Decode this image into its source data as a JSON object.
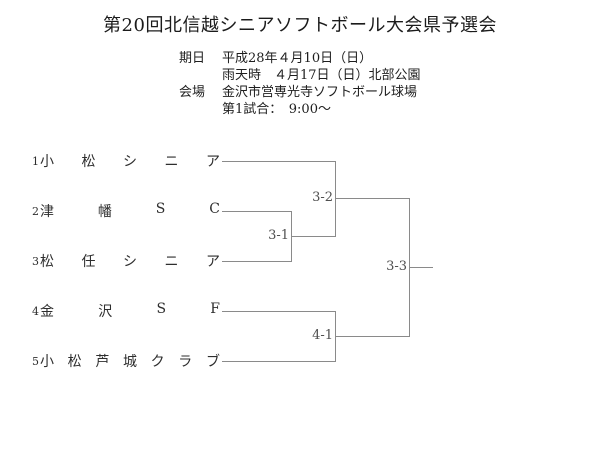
{
  "page": {
    "title": "第20回北信越シニアソフトボール大会県予選会"
  },
  "info": {
    "date_label": "期日",
    "date_value": "平成28年４月10日（日）",
    "rain_value": "雨天時　４月17日（日）北部公園",
    "venue_label": "会場",
    "venue_value": "金沢市営専光寺ソフトボール球場",
    "first_game_value": "第1試合：　9:00～"
  },
  "teams": [
    {
      "seed": "1",
      "name": "小松シニア"
    },
    {
      "seed": "2",
      "name": "津幡SC"
    },
    {
      "seed": "3",
      "name": "松任シニア"
    },
    {
      "seed": "4",
      "name": "金沢SF"
    },
    {
      "seed": "5",
      "name": "小松芦城クラブ"
    }
  ],
  "matches": {
    "m31": "3-1",
    "m32": "3-2",
    "m41": "4-1",
    "m33": "3-3"
  },
  "colors": {
    "line": "#8a8a8a",
    "text": "#2e2e2e",
    "label": "#4f4f4f",
    "background": "#ffffff"
  }
}
